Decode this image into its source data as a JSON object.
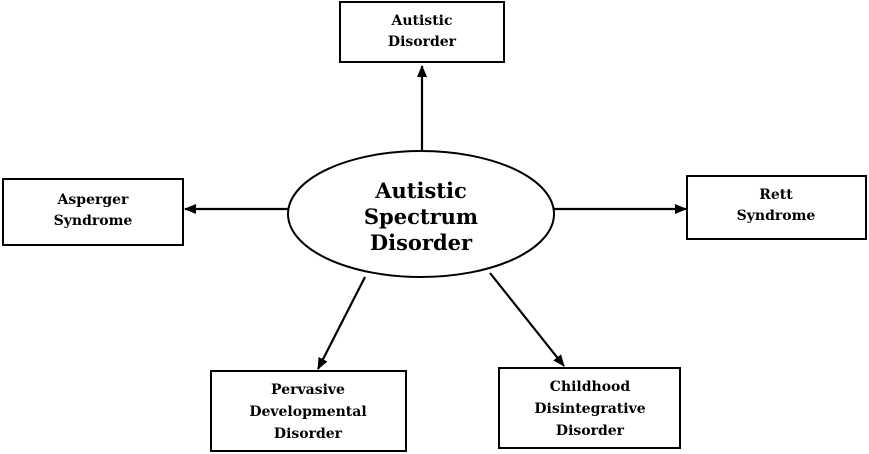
{
  "diagram": {
    "center": {
      "lines": [
        "Autistic",
        "Spectrum",
        "Disorder"
      ]
    },
    "nodes": {
      "autistic_disorder": {
        "lines": [
          "Autistic",
          "Disorder"
        ]
      },
      "asperger_syndrome": {
        "lines": [
          "Asperger",
          "Syndrome"
        ]
      },
      "rett_syndrome": {
        "lines": [
          "Rett",
          "Syndrome"
        ]
      },
      "pervasive_developmental_disorder": {
        "lines": [
          "Pervasive",
          "Developmental",
          "Disorder"
        ]
      },
      "childhood_disintegrative_disorder": {
        "lines": [
          "Childhood",
          "Disintegrative",
          "Disorder"
        ]
      }
    },
    "colors": {
      "stroke": "#000000",
      "fill": "#ffffff"
    }
  }
}
